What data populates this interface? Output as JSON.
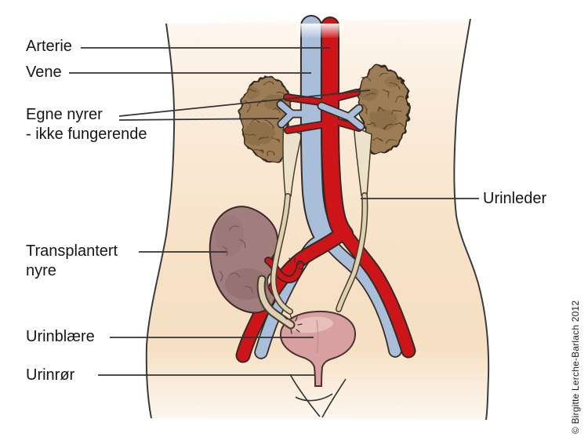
{
  "figure": {
    "subject": "kidney-transplant-urinary-system-diagram",
    "language": "no",
    "labels": {
      "arterie": "Arterie",
      "vene": "Vene",
      "egne_nyrer_line1": "Egne nyrer",
      "egne_nyrer_line2": "- ikke fungerende",
      "transplantert_line1": "Transplantert",
      "transplantert_line2": "nyre",
      "urinblaere": "Urinblære",
      "urinroer": "Urinrør",
      "urinleder": "Urinleder"
    },
    "credit": "© Birgitte Lerche-Barlach 2012",
    "palette": {
      "artery_red": "#cd1519",
      "vein_blue": "#a9bed9",
      "nonfunctioning_kidney_brown": "#9c7d55",
      "transplanted_kidney_mauve": "#a17d7e",
      "bladder_pink": "#d8a0a0",
      "ureter_beige": "#ddd0b3",
      "skin": "#f7e1c6",
      "outline_dark": "#332a28"
    }
  }
}
